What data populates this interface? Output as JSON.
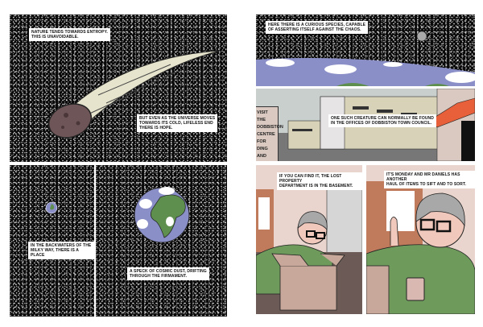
{
  "left_page": {
    "panel_1": {
      "caption_1": "Nature tends towards entropy.\nThis is unavoidable.",
      "caption_2": "But even as the universe moves\ntowards its cold, lifeless end\nthere is hope."
    },
    "panel_2": {
      "caption": "In the backwaters of the\nMilky Way, there is a place"
    },
    "panel_3": {
      "caption": "A speck of cosmic dust, drifting\nthrough the firmament."
    }
  },
  "right_page": {
    "panel_4": {
      "caption": "Here there is a curious species, capable\nof asserting itself against the chaos."
    },
    "panel_5": {
      "caption": "One such creature can normally be found\nin the offices of Dobbiston Town Council.",
      "sign_text": "Visit the\nDobbiston\nCentre for\nding and\nocturnal\nnimals"
    },
    "panel_6": {
      "caption": "If you can find it, the lost property\ndepartment is in the basement."
    },
    "panel_7": {
      "caption": "It's Monday and Mr Daniels has another\nhaul of items to sift and to sort."
    }
  },
  "colors": {
    "space": "#0a0a0a",
    "comet_tail": "#e6e4cc",
    "asteroid": "#6e5558",
    "ocean": "#8a8fc8",
    "land": "#5f8f4e",
    "sweater": "#6e9a5c",
    "wall": "#e9d5cd",
    "awning": "#e8603a"
  }
}
